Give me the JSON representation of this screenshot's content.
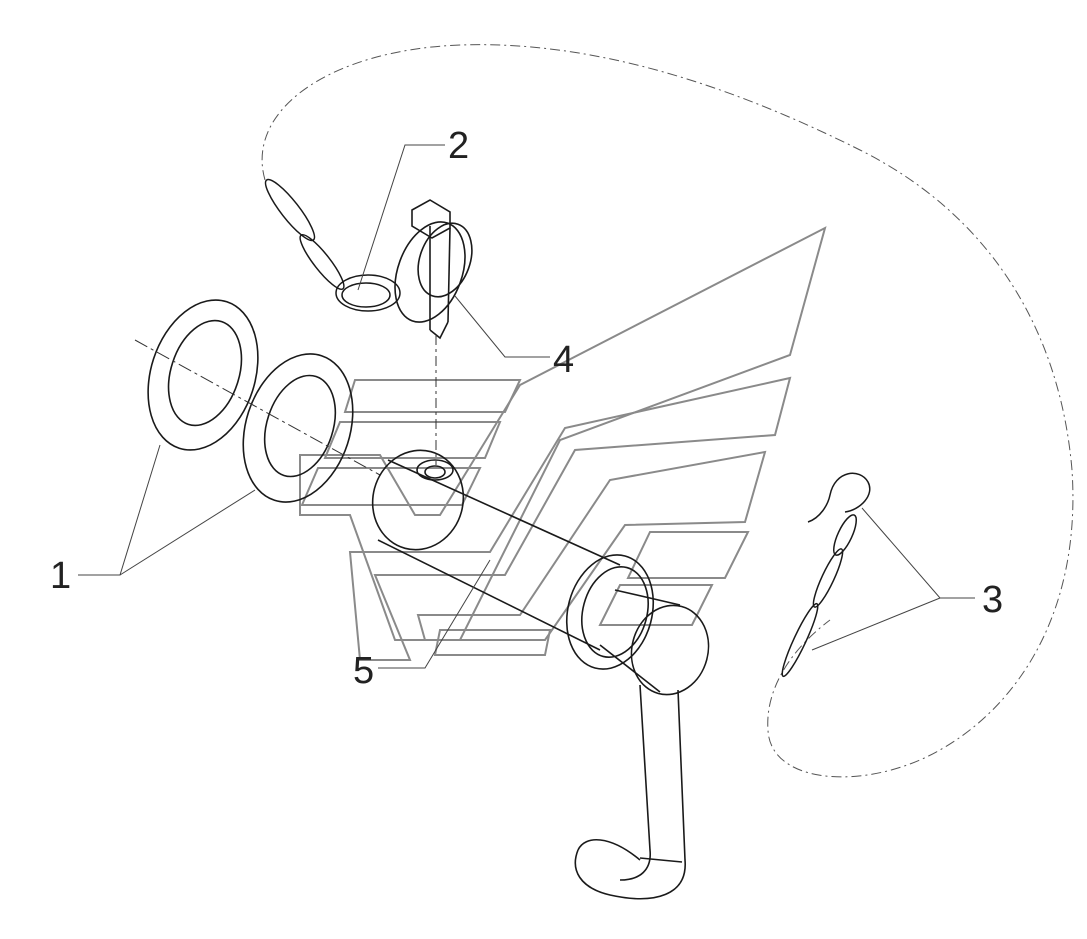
{
  "colors": {
    "line": "#1a1a1a",
    "watermark": "#8a8a8a",
    "leader": "#444444",
    "background": "#ffffff"
  },
  "callouts": [
    {
      "id": "1",
      "text": "1"
    },
    {
      "id": "2",
      "text": "2"
    },
    {
      "id": "3",
      "text": "3"
    },
    {
      "id": "4",
      "text": "4"
    },
    {
      "id": "5",
      "text": "5"
    }
  ]
}
